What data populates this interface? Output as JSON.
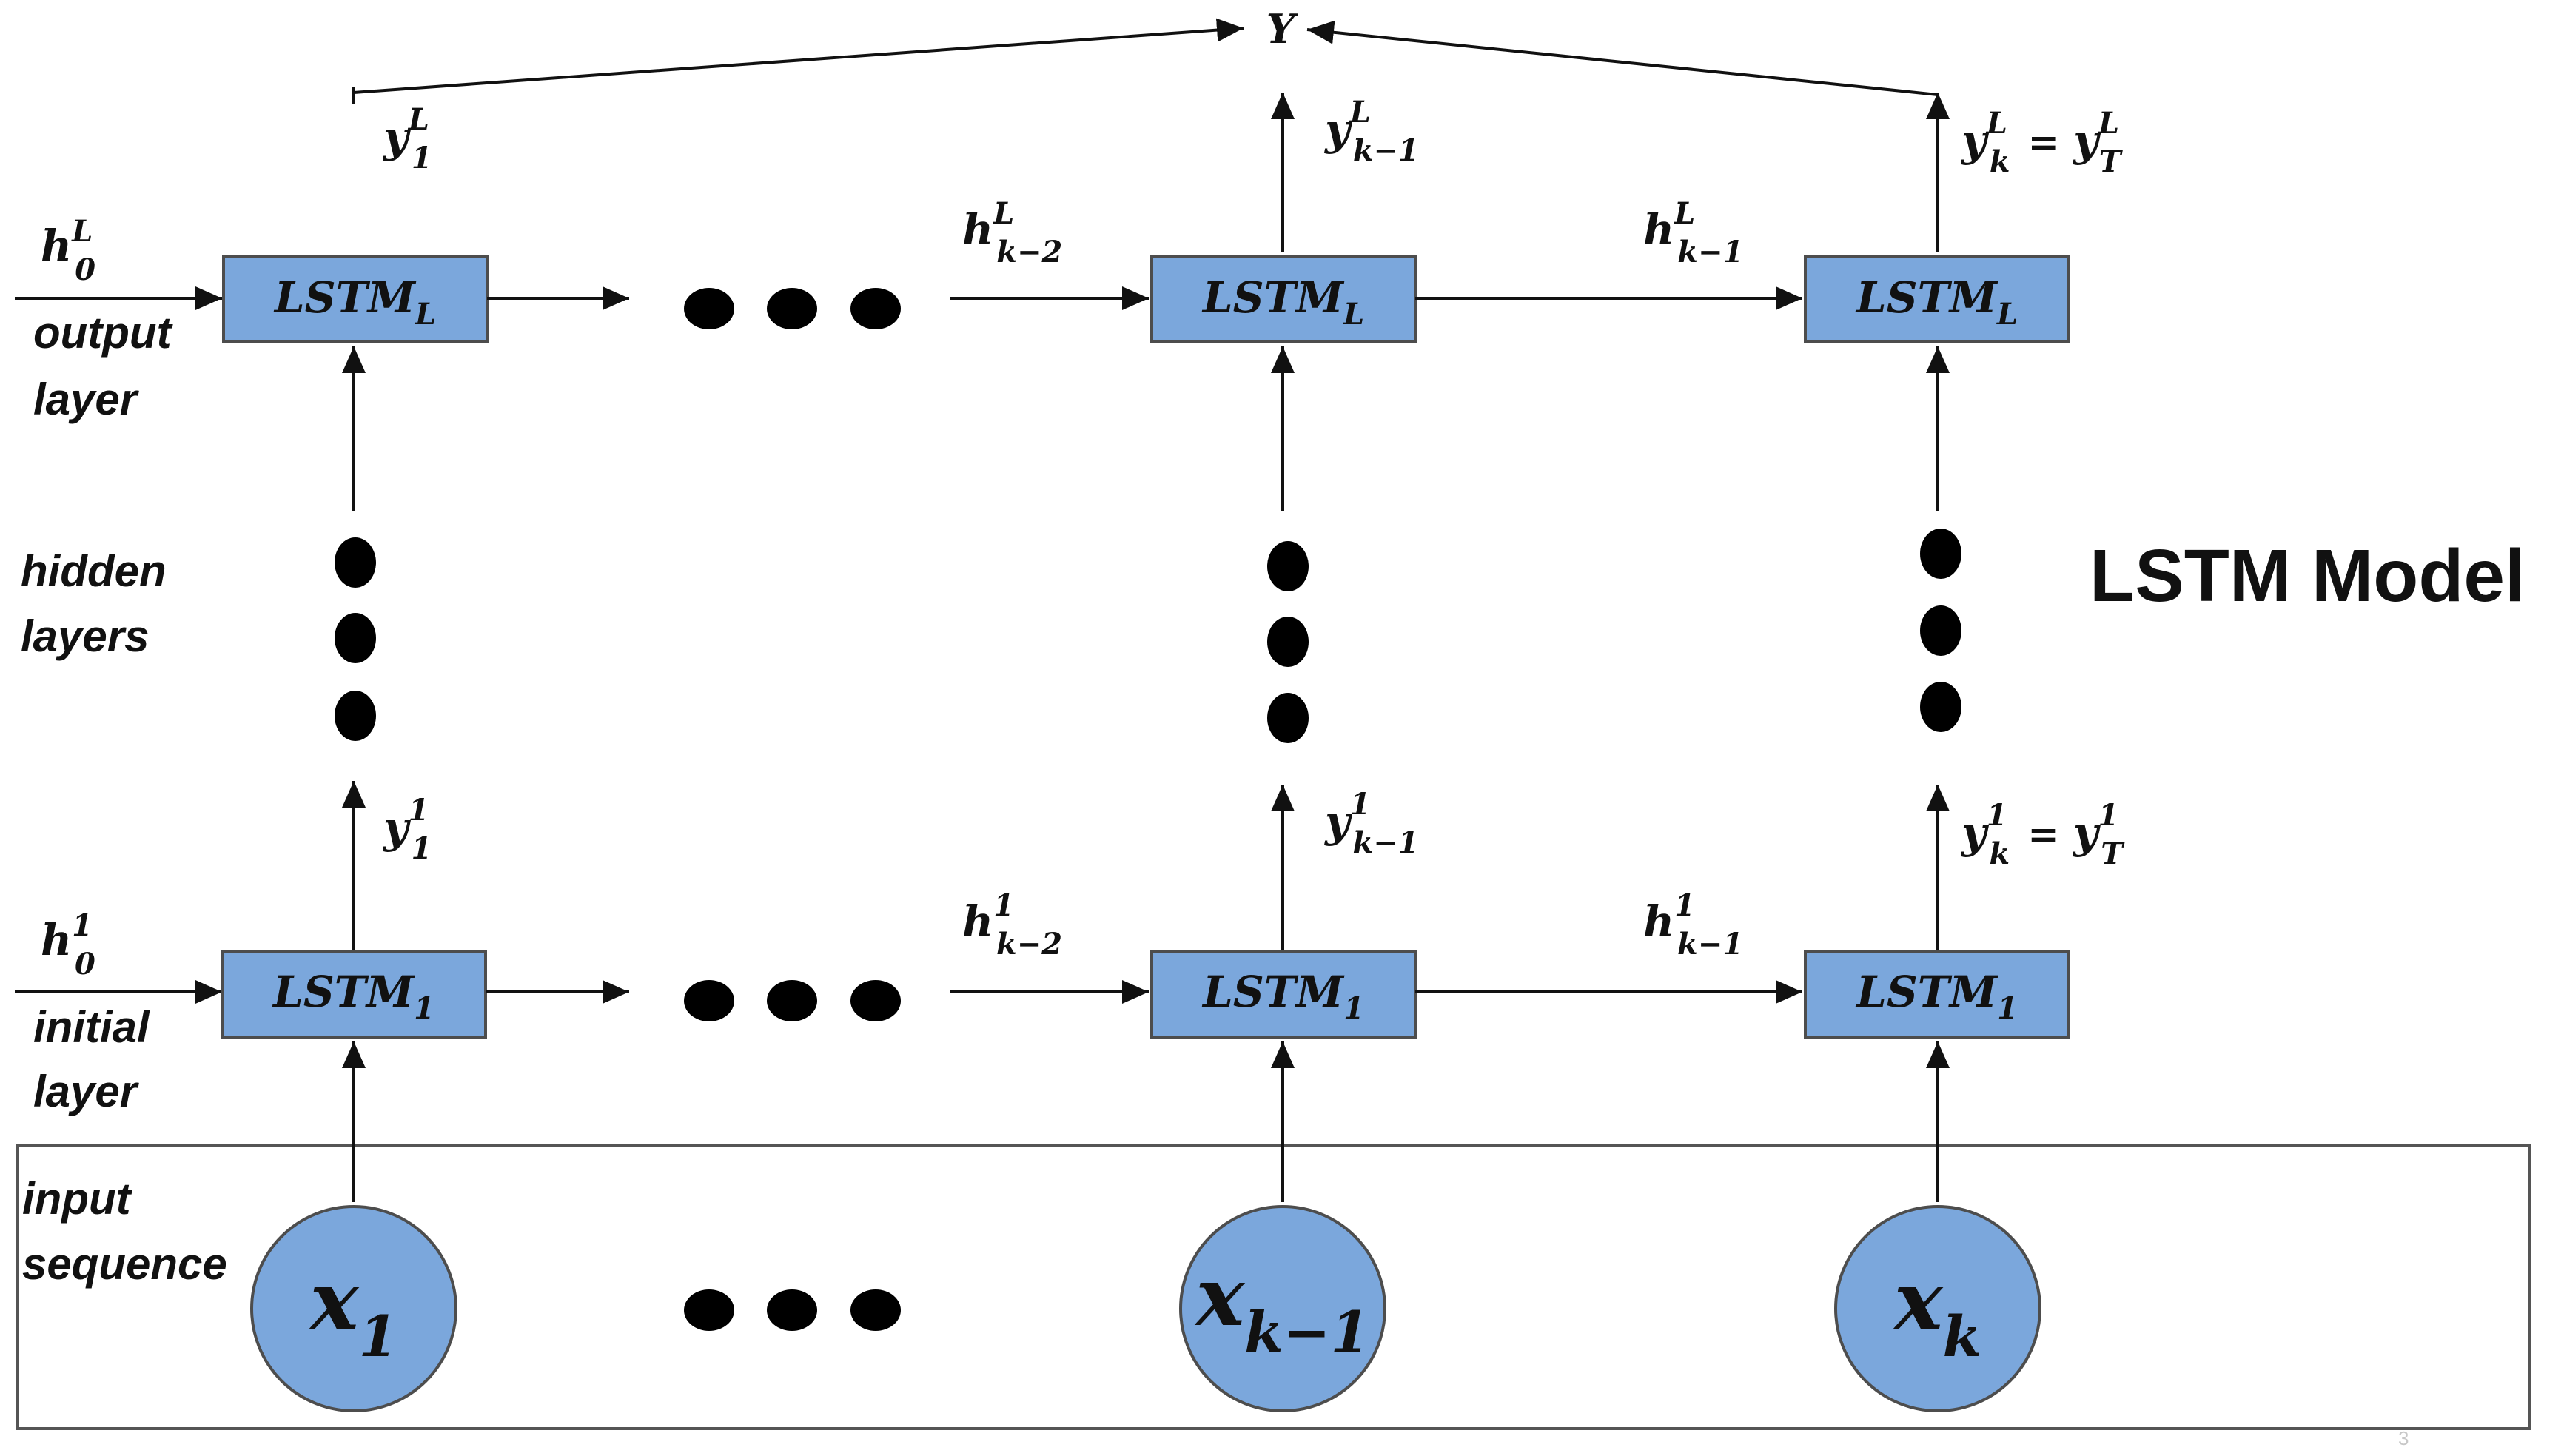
{
  "title": "LSTM Model",
  "output": "Y",
  "page_number": "3",
  "side_labels": {
    "output_layer": [
      "output",
      "layer"
    ],
    "hidden_layers": [
      "hidden",
      "layers"
    ],
    "initial_layer": [
      "initial",
      "layer"
    ],
    "input_sequence": [
      "input",
      "sequence"
    ]
  },
  "cells": {
    "top": "LSTM",
    "top_sub": "L",
    "bottom": "LSTM",
    "bottom_sub": "1"
  },
  "inputs": [
    {
      "base": "x",
      "sub": "1"
    },
    {
      "base": "x",
      "sub": "k−1"
    },
    {
      "base": "x",
      "sub": "k"
    }
  ],
  "hidden_states": {
    "top": [
      {
        "base": "h",
        "sup": "L",
        "sub": "0"
      },
      {
        "base": "h",
        "sup": "L",
        "sub": "k−2"
      },
      {
        "base": "h",
        "sup": "L",
        "sub": "k−1"
      }
    ],
    "bottom": [
      {
        "base": "h",
        "sup": "1",
        "sub": "0"
      },
      {
        "base": "h",
        "sup": "1",
        "sub": "k−2"
      },
      {
        "base": "h",
        "sup": "1",
        "sub": "k−1"
      }
    ]
  },
  "outputs": {
    "top": [
      {
        "base": "y",
        "sup": "L",
        "sub": "1"
      },
      {
        "base": "y",
        "sup": "L",
        "sub": "k−1"
      },
      {
        "base": "y",
        "sup": "L",
        "sub": "k",
        "eq_base": "y",
        "eq_sup": "L",
        "eq_sub": "T"
      }
    ],
    "bottom": [
      {
        "base": "y",
        "sup": "1",
        "sub": "1"
      },
      {
        "base": "y",
        "sup": "1",
        "sub": "k−1"
      },
      {
        "base": "y",
        "sup": "1",
        "sub": "k",
        "eq_base": "y",
        "eq_sup": "1",
        "eq_sub": "T"
      }
    ]
  },
  "colors": {
    "cell_fill": "#7ba7dc",
    "border": "#4d4d4d",
    "ink": "#111111"
  }
}
